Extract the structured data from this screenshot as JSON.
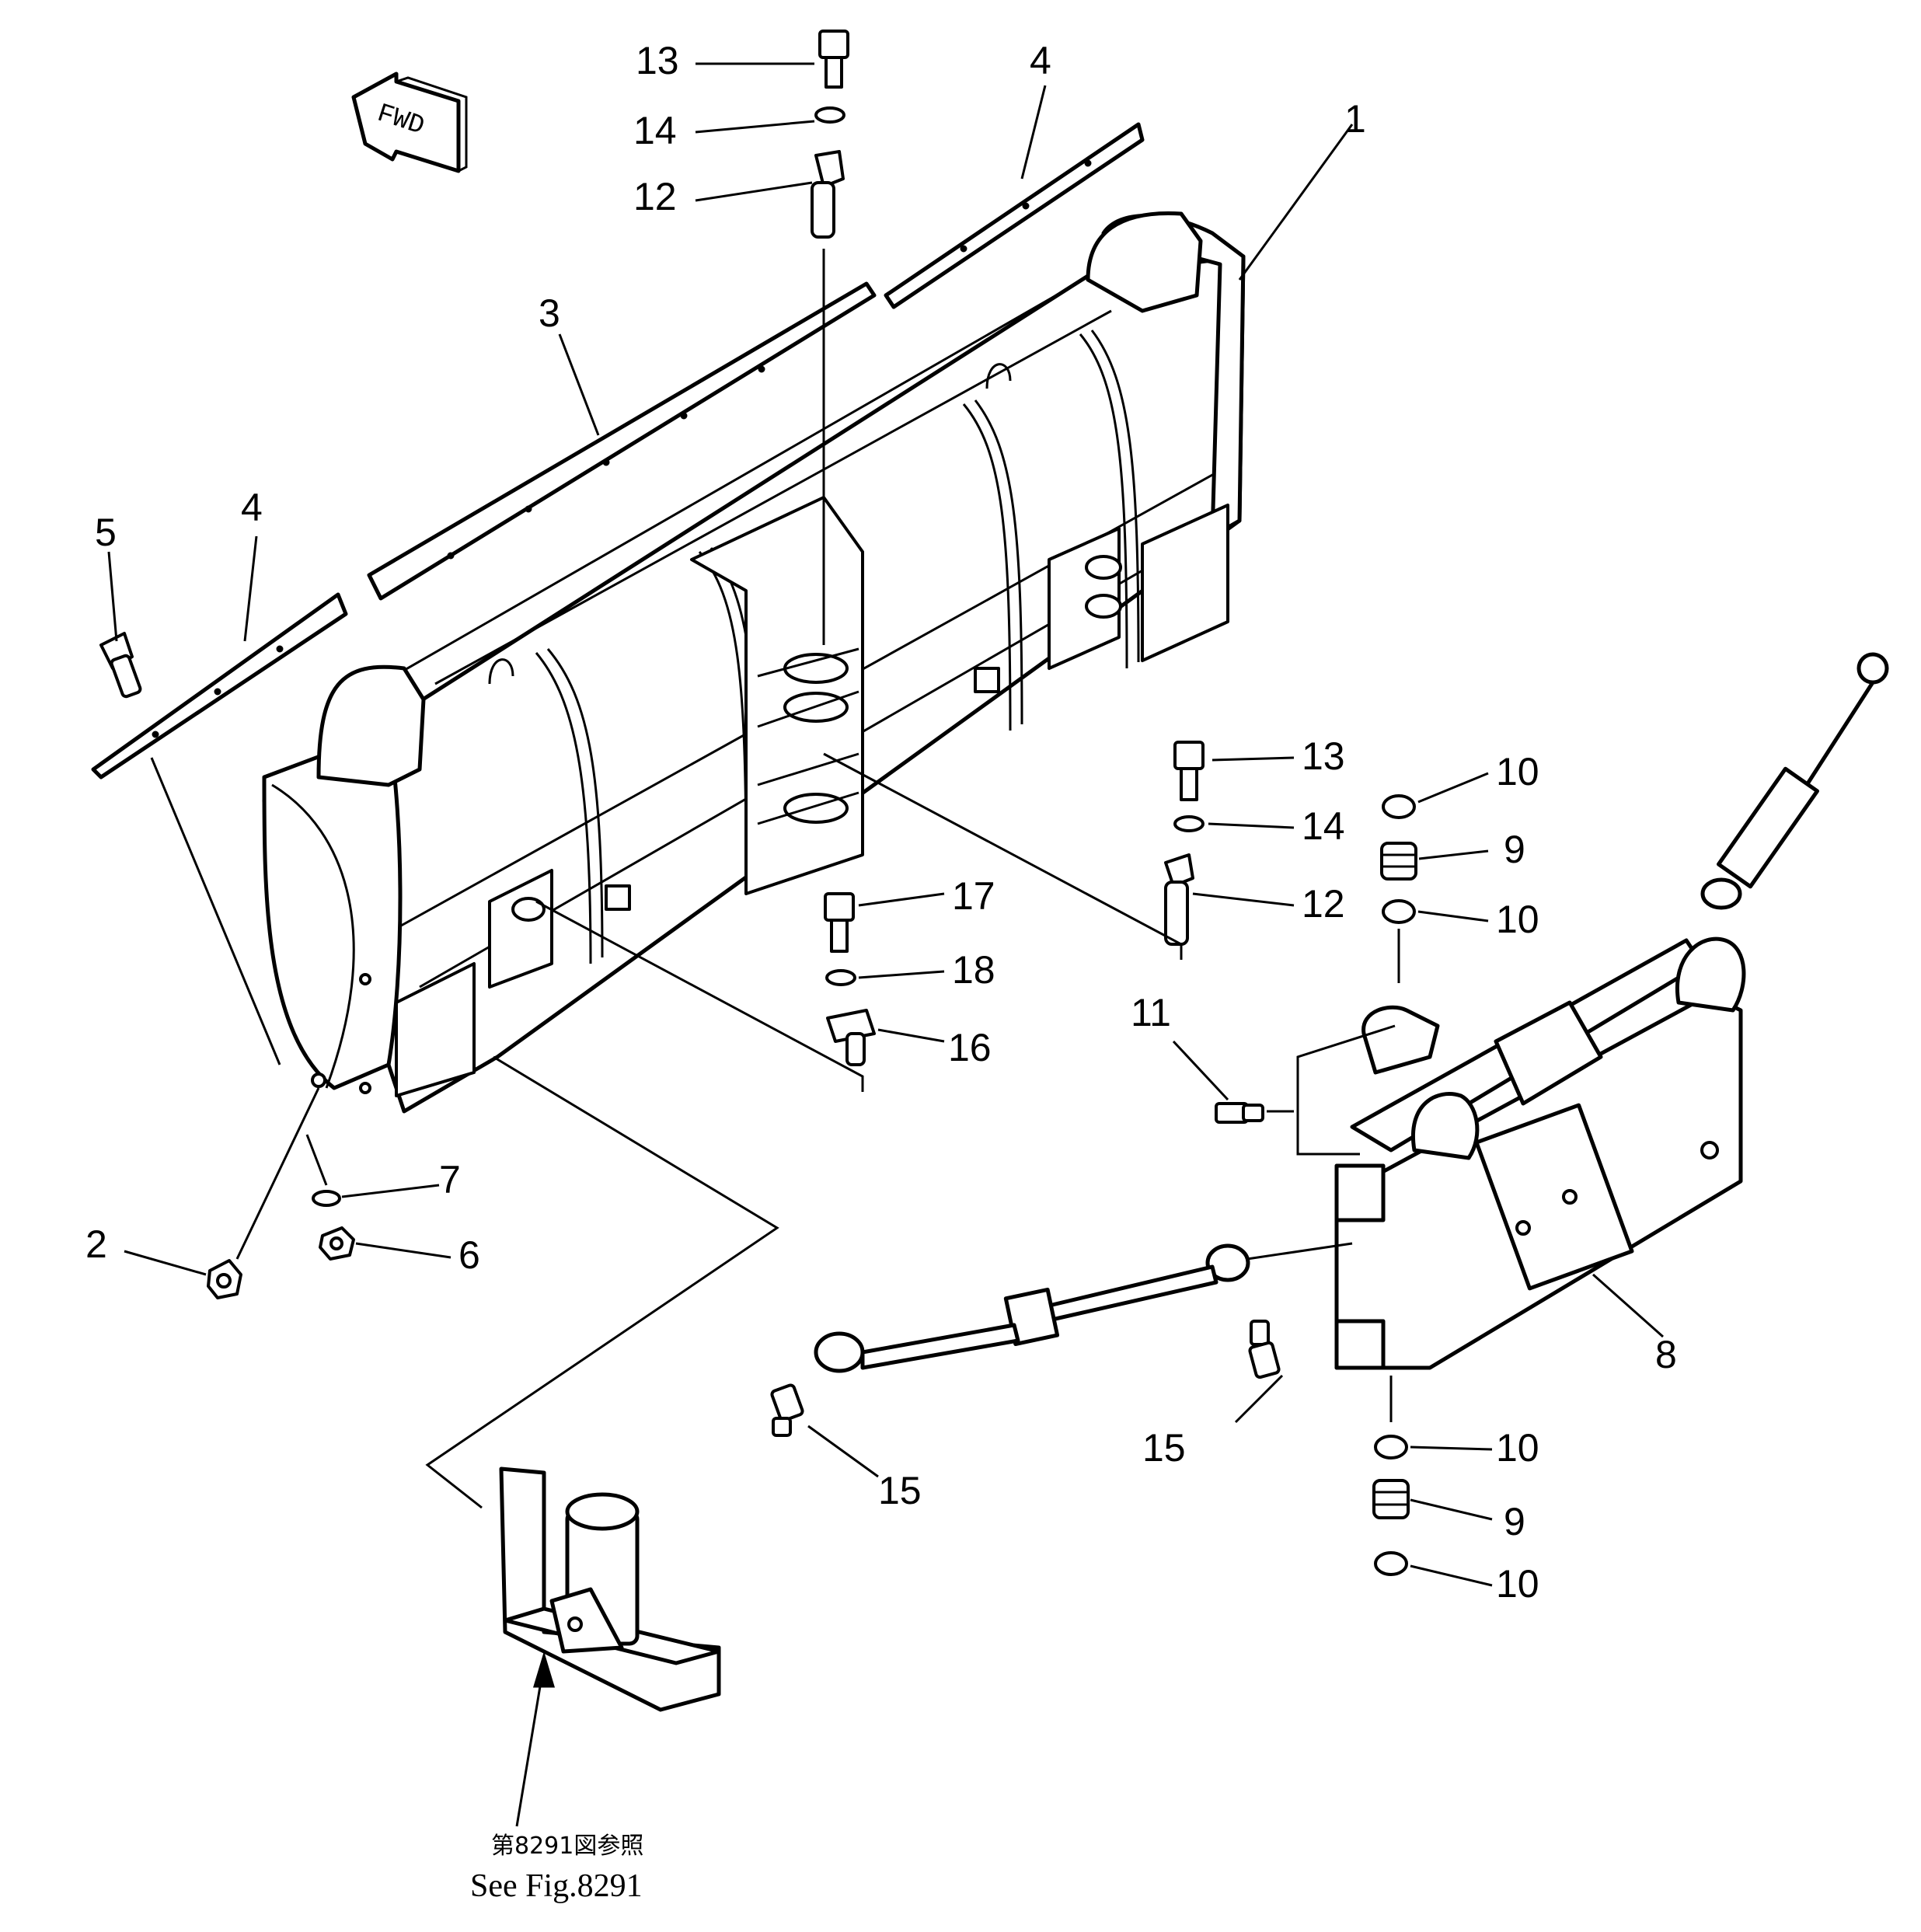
{
  "fwd_marker": "FWD",
  "callouts": {
    "c1": "1",
    "c2": "2",
    "c3": "3",
    "c4a": "4",
    "c4b": "4",
    "c5": "5",
    "c6": "6",
    "c7": "7",
    "c8": "8",
    "c9a": "9",
    "c9b": "9",
    "c10a": "10",
    "c10b": "10",
    "c10c": "10",
    "c10d": "10",
    "c11": "11",
    "c12a": "12",
    "c12b": "12",
    "c13a": "13",
    "c13b": "13",
    "c14a": "14",
    "c14b": "14",
    "c15a": "15",
    "c15b": "15",
    "c16": "16",
    "c17": "17",
    "c18": "18"
  },
  "reference_note": {
    "japanese": "第8291図参照",
    "english": "See Fig.8291"
  }
}
